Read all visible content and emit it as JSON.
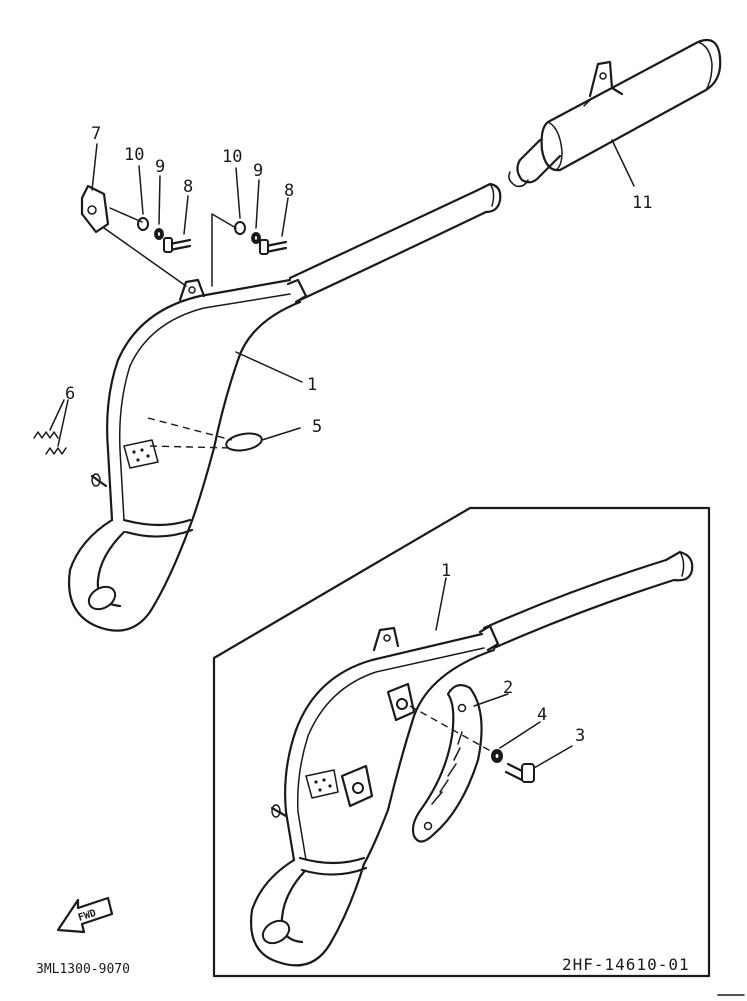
{
  "callouts": {
    "c1_upper": "1",
    "c1_inset": "1",
    "c2": "2",
    "c3": "3",
    "c4": "4",
    "c5": "5",
    "c6": "6",
    "c7": "7",
    "c8_left": "8",
    "c8_right": "8",
    "c9_left": "9",
    "c9_right": "9",
    "c10_left": "10",
    "c10_right": "10",
    "c11": "11"
  },
  "fwd_label": "FWD",
  "left_code": "3ML1300-9070",
  "right_code": "2HF-14610-01",
  "colors": {
    "ink": "#1a1a1a",
    "paper": "#ffffff"
  }
}
